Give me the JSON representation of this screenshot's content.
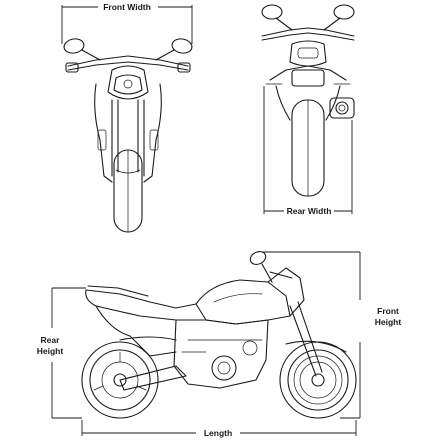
{
  "labels": {
    "front_width": "Front Width",
    "rear_width": "Rear Width",
    "front_height_line1": "Front",
    "front_height_line2": "Height",
    "rear_height_line1": "Rear",
    "rear_height_line2": "Height",
    "length": "Length"
  },
  "views": [
    "front-view",
    "rear-view",
    "side-view"
  ],
  "colors": {
    "line": "#1a1a1a",
    "background": "#ffffff"
  }
}
